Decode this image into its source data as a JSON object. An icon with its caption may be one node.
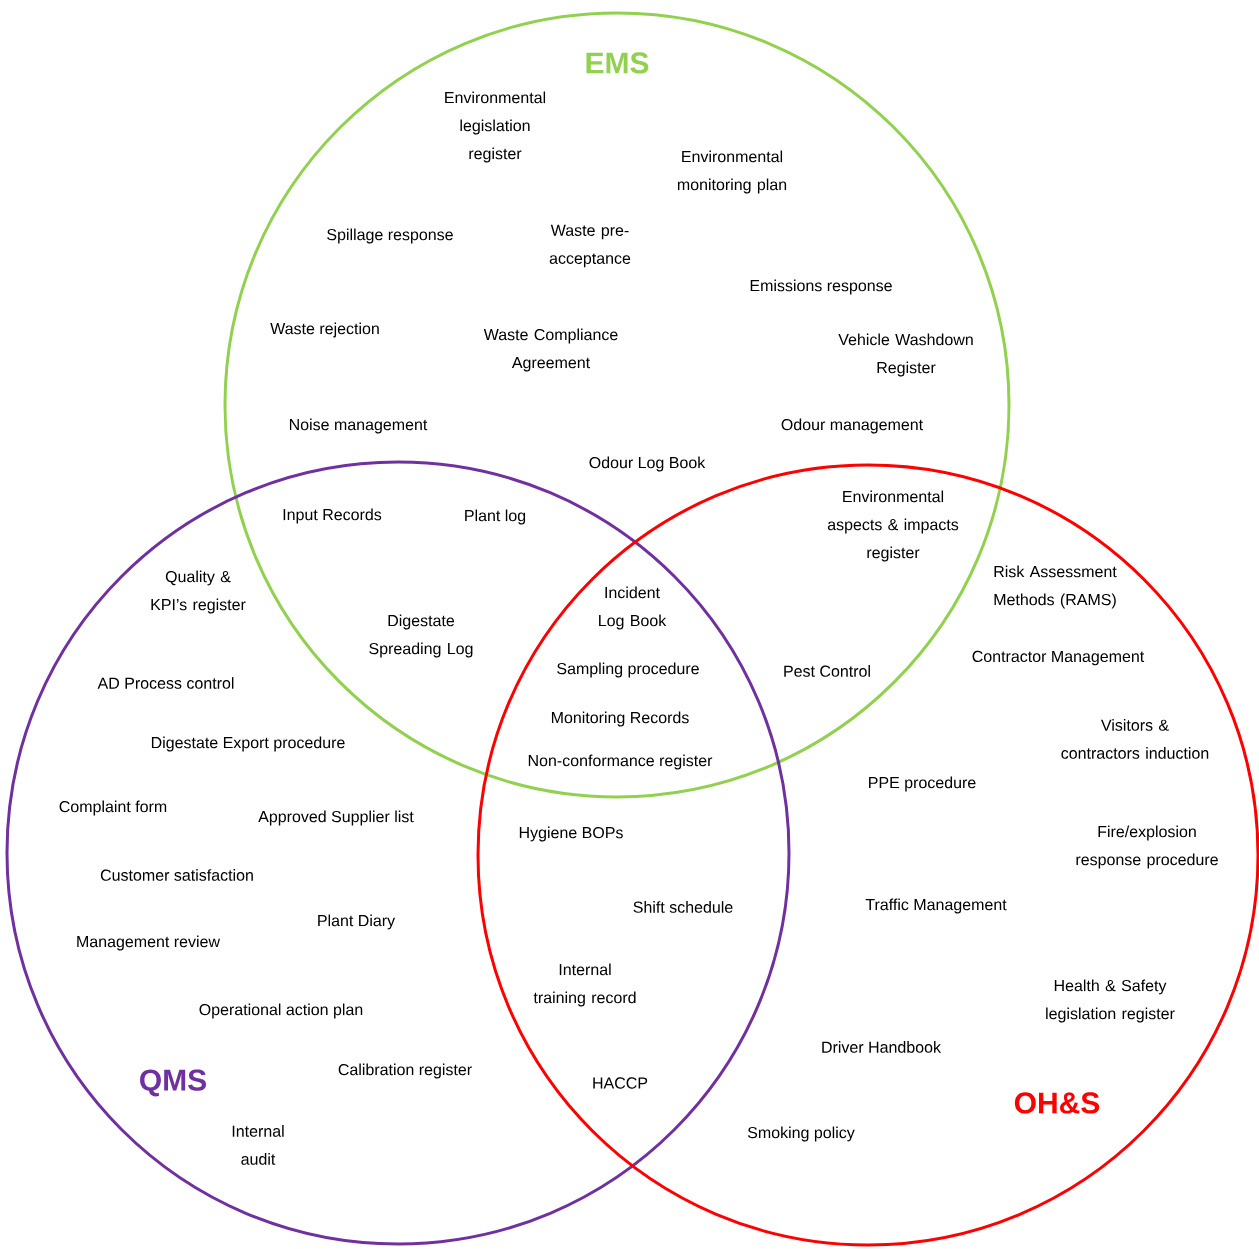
{
  "diagram": {
    "nodes": [
      {
        "text": [
          "EMS"
        ]
      },
      {
        "text": [
          "QMS"
        ]
      },
      {
        "text": [
          "OH&S"
        ]
      }
    ],
    "labels": [
      "Environmental legislation register",
      "Environmental monitoring plan",
      "Spillage response",
      "Waste pre-acceptance",
      "Emissions response",
      "Waste rejection",
      "Waste Compliance Agreement",
      "Vehicle Washdown Register",
      "Noise management",
      "Odour management",
      "Odour Log Book",
      "Input Records",
      "Plant log",
      "Environmental aspects & impacts register",
      "Quality & KPI’s register",
      "Incident Log Book",
      "Risk Assessment Methods (RAMS)",
      "Digestate Spreading Log",
      "Contractor Management",
      "Sampling procedure",
      "Pest Control",
      "AD Process control",
      "Monitoring Records",
      "Visitors & contractors induction",
      "Digestate Export procedure",
      "Non-conformance register",
      "PPE procedure",
      "Complaint form",
      "Approved Supplier list",
      "Hygiene BOPs",
      "Fire/explosion response procedure",
      "Customer satisfaction",
      "Shift schedule",
      "Traffic Management",
      "Plant Diary",
      "Management review",
      "Internal training record",
      "Health & Safety legislation register",
      "Operational action plan",
      "Driver Handbook",
      "Calibration register",
      "HACCP",
      "Internal audit",
      "Smoking policy"
    ]
  }
}
